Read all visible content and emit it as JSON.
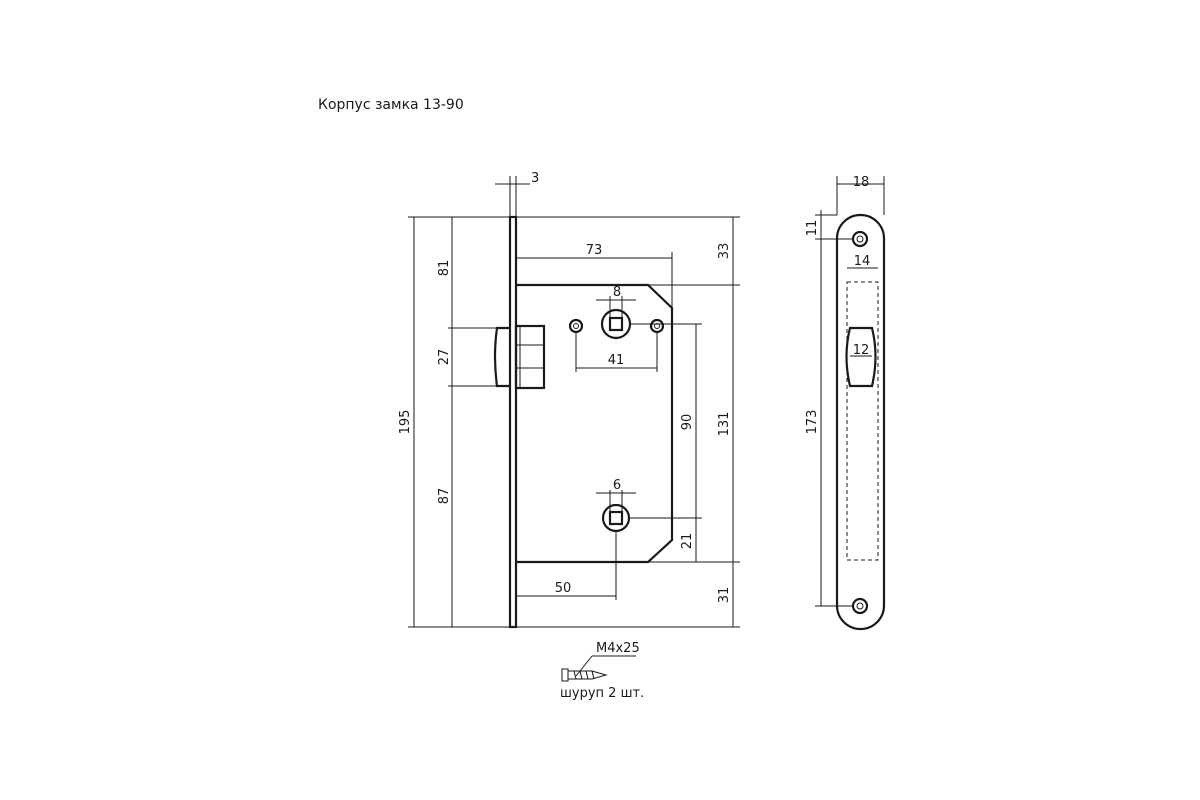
{
  "title": "Корпус замка 13-90",
  "dimensions": {
    "faceplate_thickness": "3",
    "total_height": "195",
    "top_to_body": "81",
    "latch_height": "27",
    "below_latch": "87",
    "body_width": "73",
    "spindle_square": "8",
    "screw_spacing": "41",
    "center_distance": "90",
    "body_height": "131",
    "top_offset": "33",
    "bottom_square": "6",
    "bottom_corner": "21",
    "bottom_offset": "31",
    "backset": "50",
    "strike_width": "18",
    "strike_hole_offset": "11",
    "strike_inner_width": "14",
    "strike_latch_width": "12",
    "strike_hole_spacing": "173"
  },
  "screw": {
    "spec": "M4x25",
    "label": "шуруп 2 шт."
  },
  "colors": {
    "line": "#1a1a1a",
    "background": "#ffffff"
  }
}
